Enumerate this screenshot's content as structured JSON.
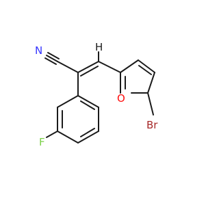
{
  "molecule": {
    "atoms": {
      "nitrogen": "N",
      "hydrogen": "H",
      "oxygen": "O",
      "bromine": "Br",
      "fluorine": "F"
    },
    "colors": {
      "bond": "#1a1a1a",
      "nitrogen": "#3333ff",
      "oxygen": "#ff0d0d",
      "bromine": "#a62929",
      "fluorine": "#7ad047",
      "hydrogen": "#1a1a1a"
    }
  }
}
